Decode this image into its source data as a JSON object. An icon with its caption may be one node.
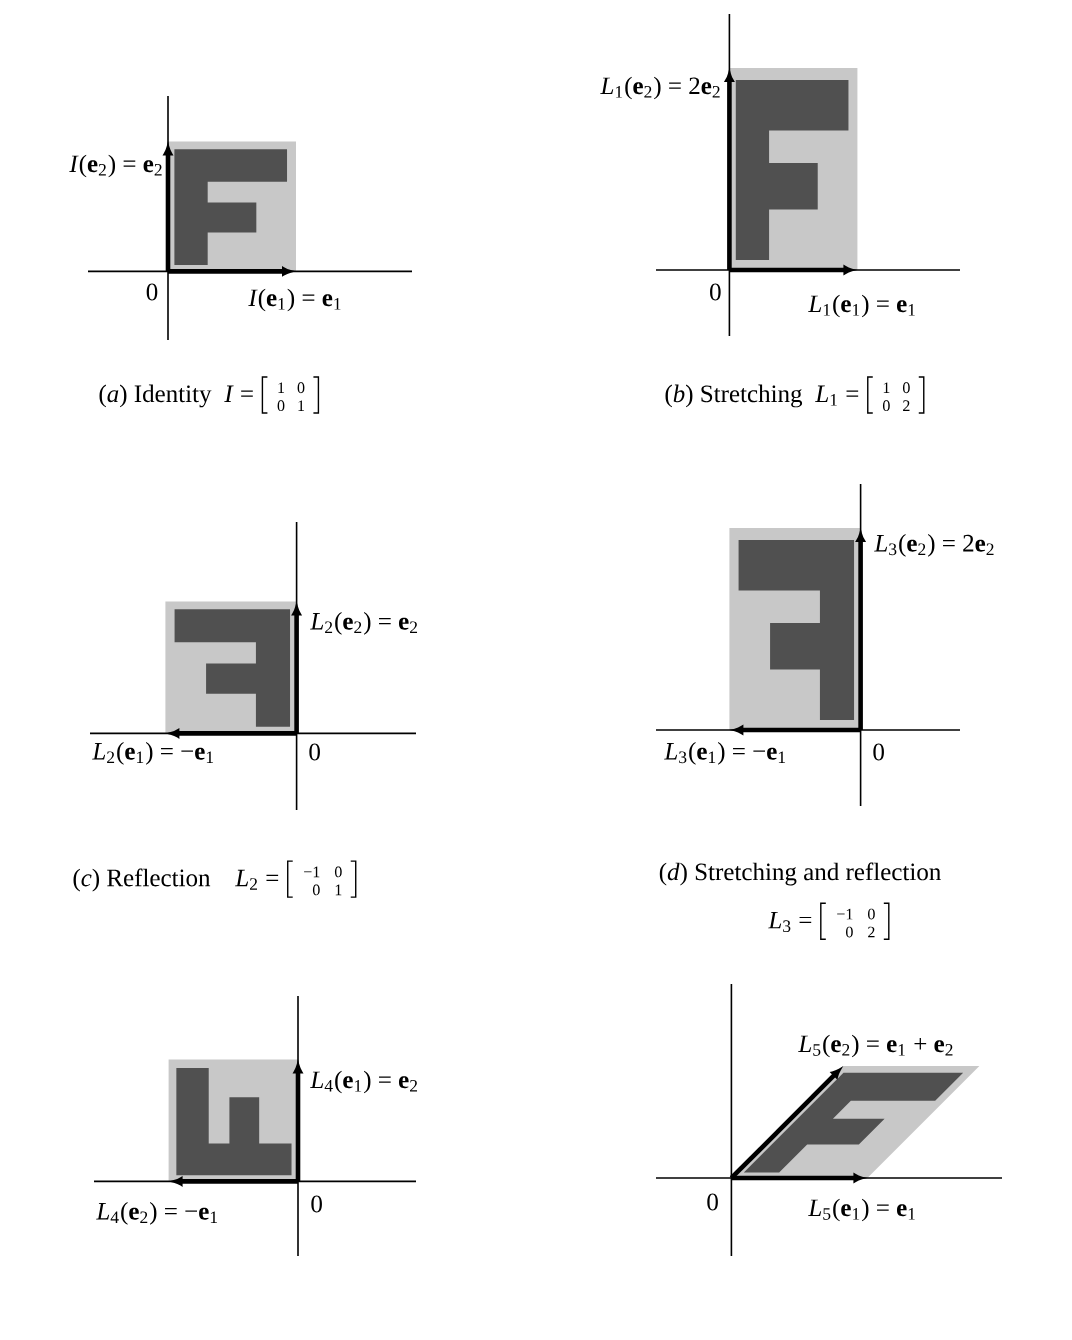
{
  "diagram": {
    "labels": [
      "*I*(**e**$_{2}$) = **e**$_{2}$",
      "0",
      "*I*(**e**$_{1}$) = **e**$_{1}$",
      "(*a*) Identity",
      "*I* =",
      "1",
      "0",
      "0",
      "1",
      "*L*$_{1}$(**e**$_{2}$) = 2**e**$_{2}$",
      "0",
      "*L*$_{1}$(**e**$_{1}$) = **e**$_{1}$",
      "(*b*) Stretching",
      "*L*$_{1}$ =",
      "1",
      "0",
      "0",
      "2",
      "*L*$_{2}$(**e**$_{2}$) = **e**$_{2}$",
      "*L*$_{2}$(**e**$_{1}$) = −**e**$_{1}$",
      "0",
      "(*c*) Reflection",
      "*L*$_{2}$ =",
      "−1",
      "0",
      "0",
      "1",
      "*L*$_{3}$(**e**$_{2}$) = 2**e**$_{2}$",
      "*L*$_{3}$(**e**$_{1}$) = −**e**$_{1}$",
      "0",
      "(*d*) Stretching and reflection",
      "*L*$_{3}$ =",
      "−1",
      "0",
      "0",
      "2",
      "*L*$_{4}$(**e**$_{1}$) = **e**$_{2}$",
      "*L*$_{4}$(**e**$_{2}$) = −**e**$_{1}$",
      "0",
      "*L*$_{5}$(**e**$_{2}$) = **e**$_{1}$ + **e**$_{2}$",
      "0",
      "*L*$_{5}$(**e**$_{1}$) = **e**$_{1}$"
    ]
  }
}
